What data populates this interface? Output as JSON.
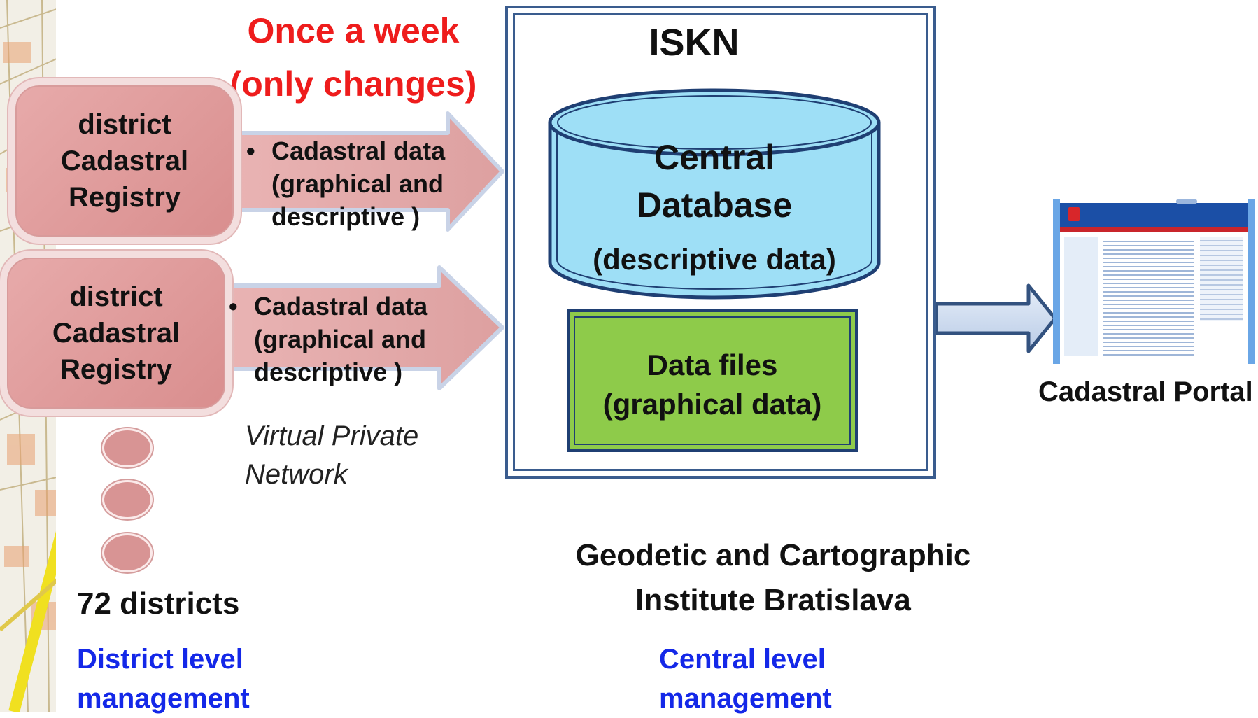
{
  "frequency": {
    "line1": "Once a week",
    "line2": "(only changes)"
  },
  "registries": [
    {
      "line1": "district",
      "line2": "Cadastral",
      "line3": "Registry",
      "bullet": "•",
      "arrow_line1": "Cadastral data",
      "arrow_line2": "(graphical and",
      "arrow_line3": "descriptive )"
    },
    {
      "line1": "district",
      "line2": "Cadastral",
      "line3": "Registry",
      "bullet": "•",
      "arrow_line1": "Cadastral data",
      "arrow_line2": "(graphical and",
      "arrow_line3": "descriptive )"
    }
  ],
  "vpn": {
    "line1": "Virtual Private",
    "line2": "Network"
  },
  "districts_count": "72 districts",
  "district_level": {
    "line1": "District level",
    "line2": "management"
  },
  "iskn": {
    "title": "ISKN",
    "database": {
      "line1": "Central",
      "line2": "Database",
      "line3": "(descriptive data)"
    },
    "files": {
      "line1": "Data files",
      "line2": "(graphical data)"
    }
  },
  "institute": {
    "line1": "Geodetic and Cartographic",
    "line2": "Institute Bratislava"
  },
  "central_level": {
    "line1": "Central level",
    "line2": "management"
  },
  "portal": {
    "caption": "Cadastral Portal"
  },
  "colors": {
    "red_title": "#ee1c1c",
    "blue_management": "#1428e8",
    "database_fill": "#9edff6",
    "files_fill": "#8ecb4a",
    "frame_border": "#3a5c8e"
  }
}
